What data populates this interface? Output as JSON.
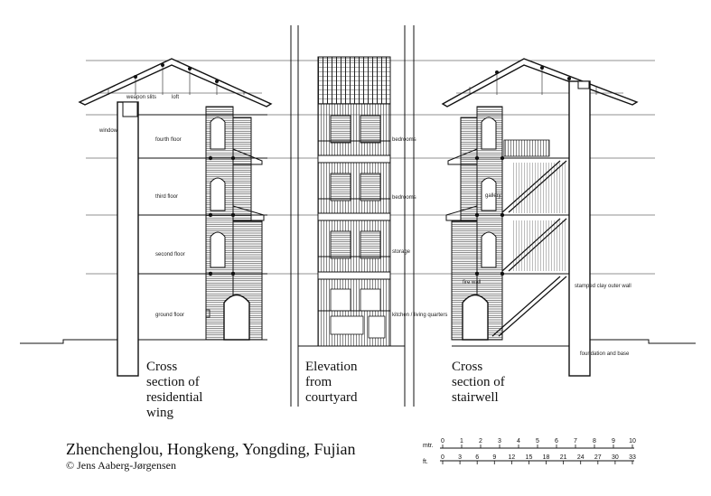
{
  "labels": {
    "weapon_slits": "weapon slits",
    "loft": "loft",
    "window": "window",
    "fourth_floor": "fourth floor",
    "third_floor": "third floor",
    "second_floor": "second floor",
    "ground_floor": "ground floor",
    "bedrooms_1": "bedrooms",
    "bedrooms_2": "bedrooms",
    "storage": "storage",
    "kitchen": "kitchen / living quarters",
    "gallery": "gallery",
    "fire_wall": "fire wall",
    "stamped_clay": "stamped clay outer wall",
    "foundation": "foundation and base"
  },
  "captions": {
    "left": [
      "Cross",
      "section of",
      "residential",
      "wing"
    ],
    "middle": [
      "Elevation",
      "from",
      "courtyard"
    ],
    "right": [
      "Cross",
      "section of",
      "stairwell"
    ]
  },
  "title": "Zhenchenglou, Hongkeng, Yongding, Fujian",
  "credit": "© Jens Aaberg-Jørgensen",
  "scale": {
    "mtr_label": "mtr.",
    "mtr_ticks": [
      "0",
      "1",
      "2",
      "3",
      "4",
      "5",
      "6",
      "7",
      "8",
      "9",
      "10"
    ],
    "ft_label": "ft.",
    "ft_ticks": [
      "0",
      "3",
      "6",
      "9",
      "12",
      "15",
      "18",
      "21",
      "24",
      "27",
      "30",
      "33"
    ]
  }
}
